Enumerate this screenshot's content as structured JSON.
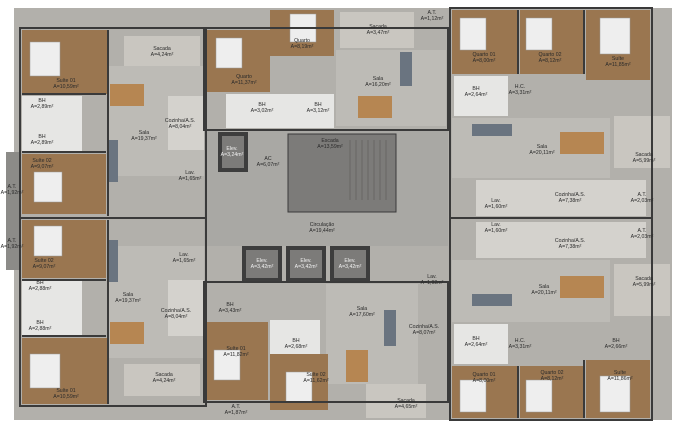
{
  "colors": {
    "wall": "#3a3a3a",
    "floor_wood": "#9a7650",
    "floor_tile": "#d4d2cd",
    "floor_grey": "#bdbbb6",
    "circulation": "#a9a8a4",
    "balcony": "#c9c6c0",
    "core": "#7c7b79",
    "bathroom": "#e6e6e4",
    "bed": "#eeeeee",
    "sofa": "#6a7480",
    "table": "#b68652"
  },
  "rooms": [
    {
      "id": "suite01-tl",
      "name": "Suíte 01",
      "area": "A=10,59m²"
    },
    {
      "id": "bh-tl",
      "name": "BH",
      "area": "A=2,89m²"
    },
    {
      "id": "bh-tl2",
      "name": "BH",
      "area": "A=2,89m²"
    },
    {
      "id": "suite02-tl",
      "name": "Suíte 02",
      "area": "A=9,07m²"
    },
    {
      "id": "sacada-tl",
      "name": "Sacada",
      "area": "A=4,24m²"
    },
    {
      "id": "sala-tl",
      "name": "Sala",
      "area": "A=19,37m²"
    },
    {
      "id": "cozinha-tl",
      "name": "Cozinha/A.S.",
      "area": "A=8,04m²"
    },
    {
      "id": "lav-tl",
      "name": "Lav.",
      "area": "A=1,65m²"
    },
    {
      "id": "quarto-tc",
      "name": "Quarto",
      "area": "A=11,37m²"
    },
    {
      "id": "quarto-tc2",
      "name": "Quarto",
      "area": "A=8,19m²"
    },
    {
      "id": "bh-tc1",
      "name": "BH",
      "area": "A=3,02m²"
    },
    {
      "id": "bh-tc2",
      "name": "BH",
      "area": "A=3,12m²"
    },
    {
      "id": "sacada-tc",
      "name": "Sacada",
      "area": "A=3,47m²"
    },
    {
      "id": "sala-tc",
      "name": "Sala",
      "area": "A=16,20m²"
    },
    {
      "id": "at-tc",
      "name": "A.T.",
      "area": "A=1,12m²"
    },
    {
      "id": "elev-top",
      "name": "Elev.",
      "area": "A=3,24m²"
    },
    {
      "id": "ac",
      "name": "AC",
      "area": "A=6,07m²"
    },
    {
      "id": "escada",
      "name": "Escada",
      "area": "A=13,59m²"
    },
    {
      "id": "circulacao",
      "name": "Circulação",
      "area": "A=19,44m²"
    },
    {
      "id": "quarto01-tr",
      "name": "Quarto 01",
      "area": "A=8,00m²"
    },
    {
      "id": "quarto02-tr",
      "name": "Quarto 02",
      "area": "A=8,12m²"
    },
    {
      "id": "suite-tr",
      "name": "Suíte",
      "area": "A=11,85m²"
    },
    {
      "id": "bh-tr",
      "name": "BH",
      "area": "A=2,64m²"
    },
    {
      "id": "hc-tr",
      "name": "H.C.",
      "area": "A=3,31m²"
    },
    {
      "id": "sala-tr",
      "name": "Sala",
      "area": "A=20,11m²"
    },
    {
      "id": "sacada-tr",
      "name": "Sacada",
      "area": "A=5,99m²"
    },
    {
      "id": "cozinha-tr",
      "name": "Cozinha/A.S.",
      "area": "A=7,38m²"
    },
    {
      "id": "lav-tr",
      "name": "Lav.",
      "area": "A=1,60m²"
    },
    {
      "id": "lav-mr",
      "name": "Lav.",
      "area": "A=1,60m²"
    },
    {
      "id": "at-tr",
      "name": "A.T.",
      "area": "A=2,03m²"
    },
    {
      "id": "at-br",
      "name": "A.T.",
      "area": "A=2,03m²"
    },
    {
      "id": "cozinha-br",
      "name": "Cozinha/A.S.",
      "area": "A=7,38m²"
    },
    {
      "id": "sala-br",
      "name": "Sala",
      "area": "A=20,11m²"
    },
    {
      "id": "sacada-br",
      "name": "Sacada",
      "area": "A=5,99m²"
    },
    {
      "id": "hc-br",
      "name": "H.C.",
      "area": "A=3,31m²"
    },
    {
      "id": "bh-br1",
      "name": "BH",
      "area": "A=2,64m²"
    },
    {
      "id": "bh-br2",
      "name": "BH",
      "area": "A=2,66m²"
    },
    {
      "id": "quarto01-br",
      "name": "Quarto 01",
      "area": "A=8,00m²"
    },
    {
      "id": "quarto02-br",
      "name": "Quarto 02",
      "area": "A=8,12m²"
    },
    {
      "id": "suite-br",
      "name": "Suíte",
      "area": "A=11,86m²"
    },
    {
      "id": "elev-b1",
      "name": "Elev.",
      "area": "A=3,42m²"
    },
    {
      "id": "elev-b2",
      "name": "Elev.",
      "area": "A=3,42m²"
    },
    {
      "id": "elev-b3",
      "name": "Elev.",
      "area": "A=3,42m²"
    },
    {
      "id": "lav-bc",
      "name": "Lav.",
      "area": "A=1,92m²"
    },
    {
      "id": "sala-bc",
      "name": "Sala",
      "area": "A=17,60m²"
    },
    {
      "id": "cozinha-bc",
      "name": "Cozinha/A.S.",
      "area": "A=8,07m²"
    },
    {
      "id": "sacada-bc",
      "name": "Sacada",
      "area": "A=4,65m²"
    },
    {
      "id": "lav-bl",
      "name": "Lav.",
      "area": "A=1,65m²"
    },
    {
      "id": "sala-bl",
      "name": "Sala",
      "area": "A=19,37m²"
    },
    {
      "id": "cozinha-bl",
      "name": "Cozinha/A.S.",
      "area": "A=8,04m²"
    },
    {
      "id": "bh-bc",
      "name": "BH",
      "area": "A=3,43m²"
    },
    {
      "id": "suite01-bc",
      "name": "Suíte 01",
      "area": "A=11,82m²"
    },
    {
      "id": "bh-bc2",
      "name": "BH",
      "area": "A=2,68m²"
    },
    {
      "id": "suite02-bc",
      "name": "Suíte 02",
      "area": "A=11,62m²"
    },
    {
      "id": "at-bc",
      "name": "A.T.",
      "area": "A=1,87m²"
    },
    {
      "id": "sacada-bl",
      "name": "Sacada",
      "area": "A=4,24m²"
    },
    {
      "id": "suite02-bl",
      "name": "Suíte 02",
      "area": "A=9,07m²"
    },
    {
      "id": "bh-bl",
      "name": "BH",
      "area": "A=2,88m²"
    },
    {
      "id": "bh-bl2",
      "name": "BH",
      "area": "A=2,88m²"
    },
    {
      "id": "suite01-bl",
      "name": "Suíte 01",
      "area": "A=10,59m²"
    },
    {
      "id": "at-left1",
      "name": "A.T.",
      "area": "A=1,92m²"
    },
    {
      "id": "at-left2",
      "name": "A.T.",
      "area": "A=1,92m²"
    }
  ]
}
